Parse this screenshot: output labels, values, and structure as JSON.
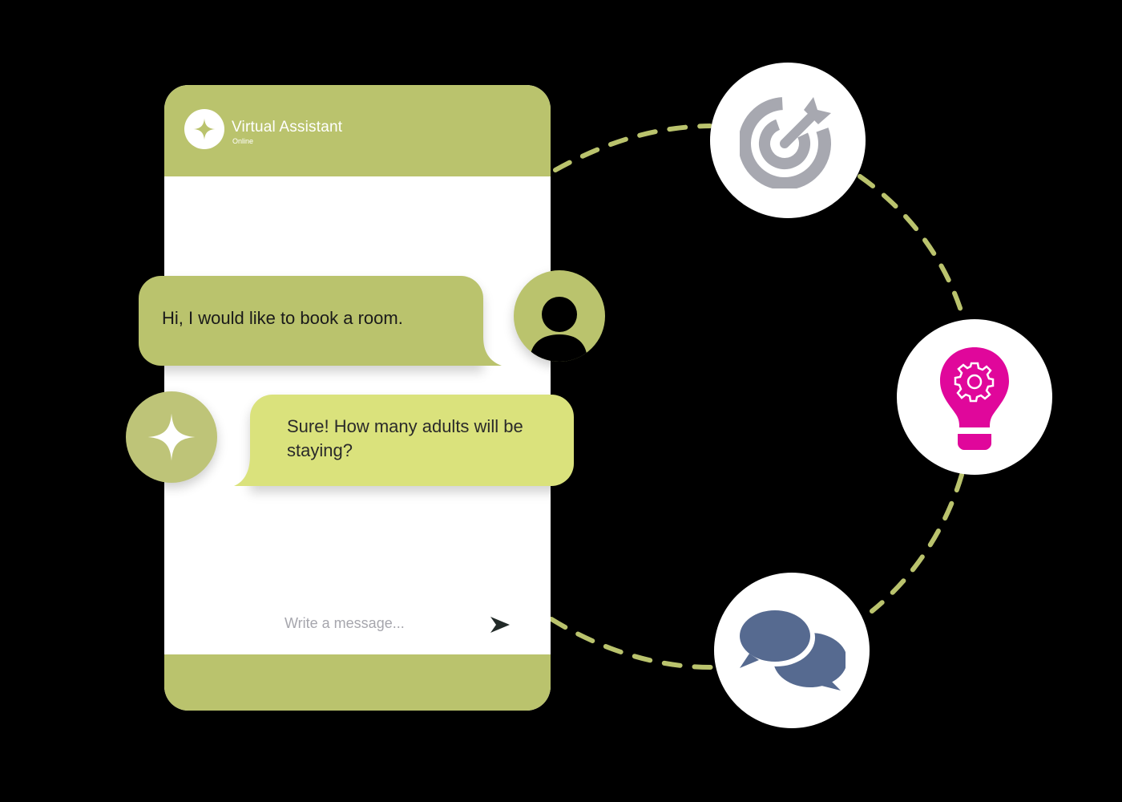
{
  "chat_window": {
    "header": {
      "title": "Virtual Assistant",
      "status": "Online",
      "logo_icon": "sparkle-icon"
    },
    "messages": [
      {
        "sender": "user",
        "text": "Hi, I would like to book a room.",
        "avatar_icon": "user-icon"
      },
      {
        "sender": "assistant",
        "text": "Sure! How many adults will be staying?",
        "avatar_icon": "sparkle-icon"
      }
    ],
    "composer": {
      "placeholder": "Write a message...",
      "value": "",
      "send_icon": "send-arrow-icon"
    }
  },
  "features": [
    {
      "name": "target",
      "icon": "target-arrow-icon",
      "color": "#a7a8b0"
    },
    {
      "name": "idea",
      "icon": "lightbulb-gear-icon",
      "color": "#e0079b"
    },
    {
      "name": "conversation",
      "icon": "chat-bubbles-icon",
      "color": "#566a90"
    }
  ],
  "colors": {
    "background": "#000000",
    "header_green": "#bac36d",
    "user_bubble": "#bac36d",
    "bot_bubble": "#dae27c",
    "connector_dash": "#bac36d",
    "placeholder": "#a6a6ad"
  }
}
